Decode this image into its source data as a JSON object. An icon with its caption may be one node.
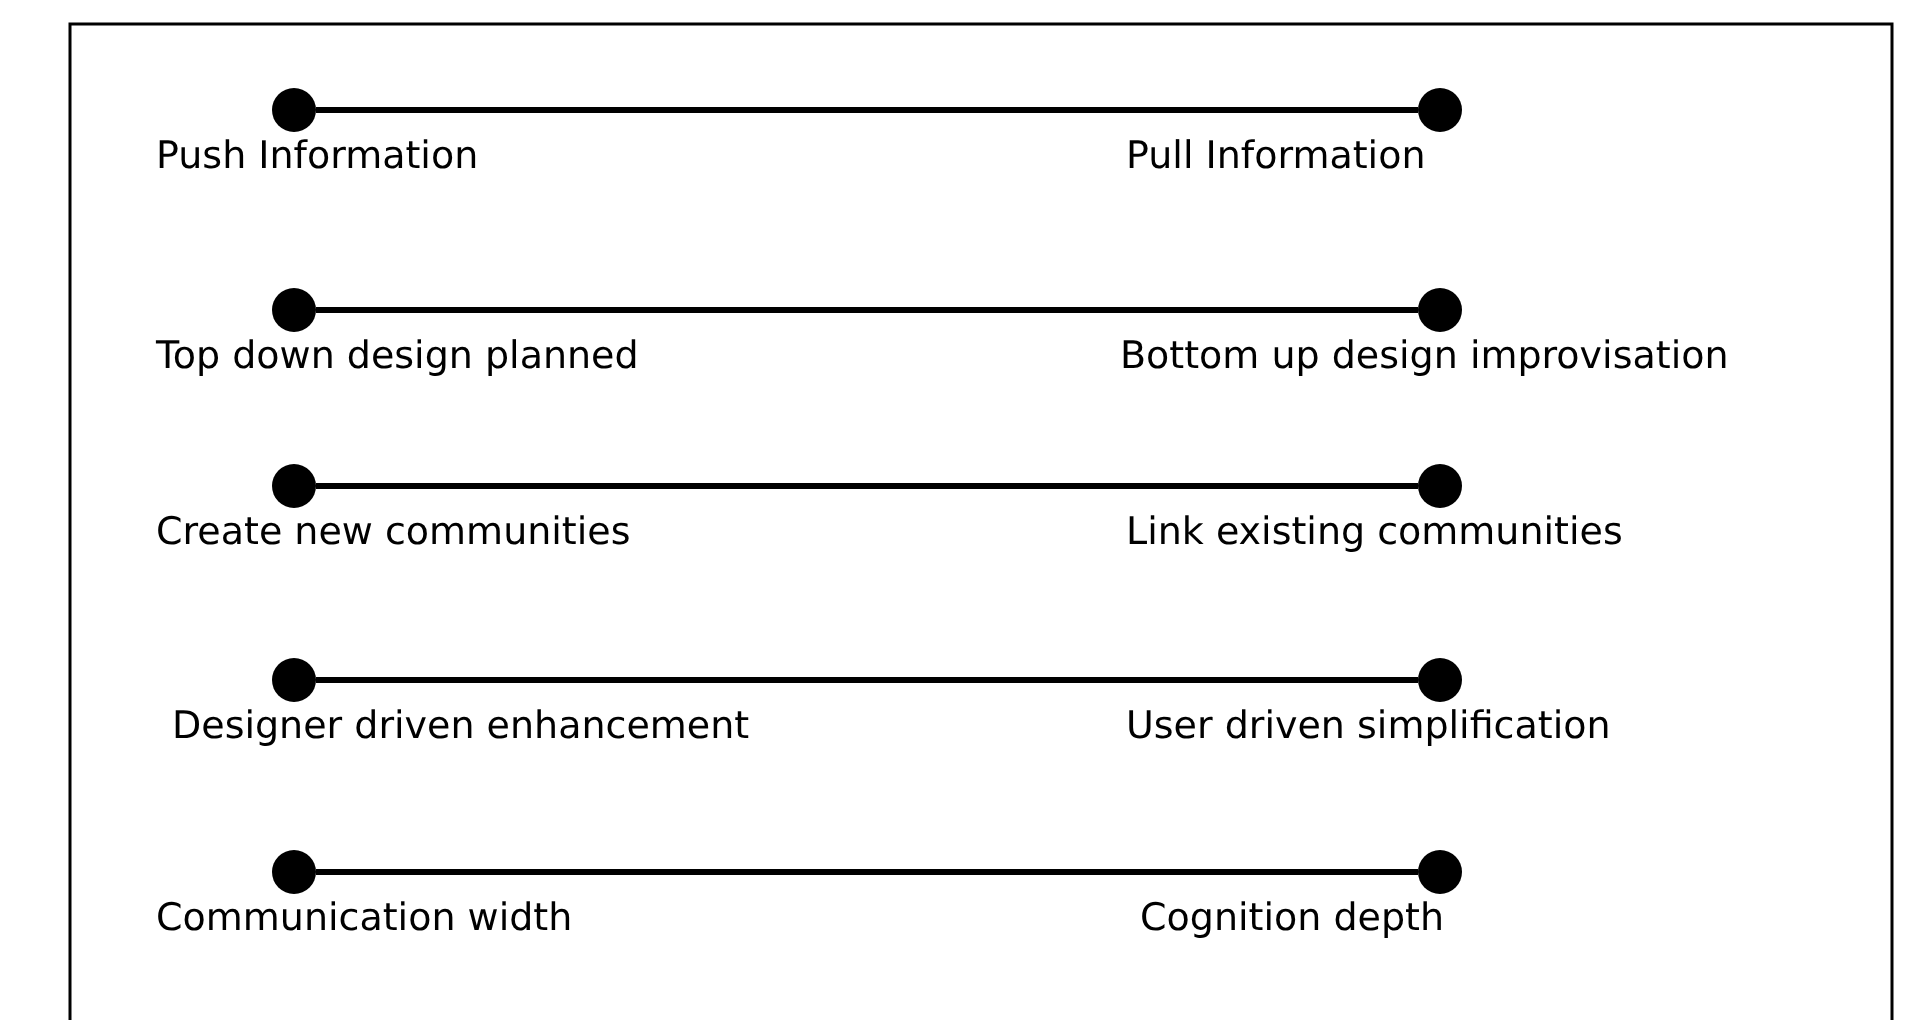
{
  "diagram": {
    "nodes": [
      {
        "text": [],
        "shape": "circle",
        "beside": [
          "Push Information"
        ]
      },
      {
        "text": [],
        "shape": "circle",
        "beside": [
          "Pull Information"
        ]
      },
      {
        "text": [],
        "shape": "circle",
        "beside": [
          "Top down design planned"
        ]
      },
      {
        "text": [],
        "shape": "circle",
        "beside": [
          "Bottom up design improvisation"
        ]
      },
      {
        "text": [],
        "shape": "circle",
        "beside": [
          "Create new communities"
        ]
      },
      {
        "text": [],
        "shape": "circle",
        "beside": [
          "Link existing communities"
        ]
      },
      {
        "text": [],
        "shape": "circle",
        "beside": [
          "Designer driven enhancement"
        ]
      },
      {
        "text": [],
        "shape": "circle",
        "beside": [
          "User driven simplification"
        ]
      },
      {
        "text": [],
        "shape": "circle",
        "beside": [
          "Communication width"
        ]
      },
      {
        "text": [],
        "shape": "circle",
        "beside": [
          "Cognition depth"
        ]
      }
    ],
    "edges": [
      {
        "from": 0,
        "to": 1,
        "arrow": "none"
      },
      {
        "from": 2,
        "to": 3,
        "arrow": "none"
      },
      {
        "from": 4,
        "to": 5,
        "arrow": "none"
      },
      {
        "from": 6,
        "to": 7,
        "arrow": "none"
      },
      {
        "from": 8,
        "to": 9,
        "arrow": "none"
      }
    ]
  }
}
